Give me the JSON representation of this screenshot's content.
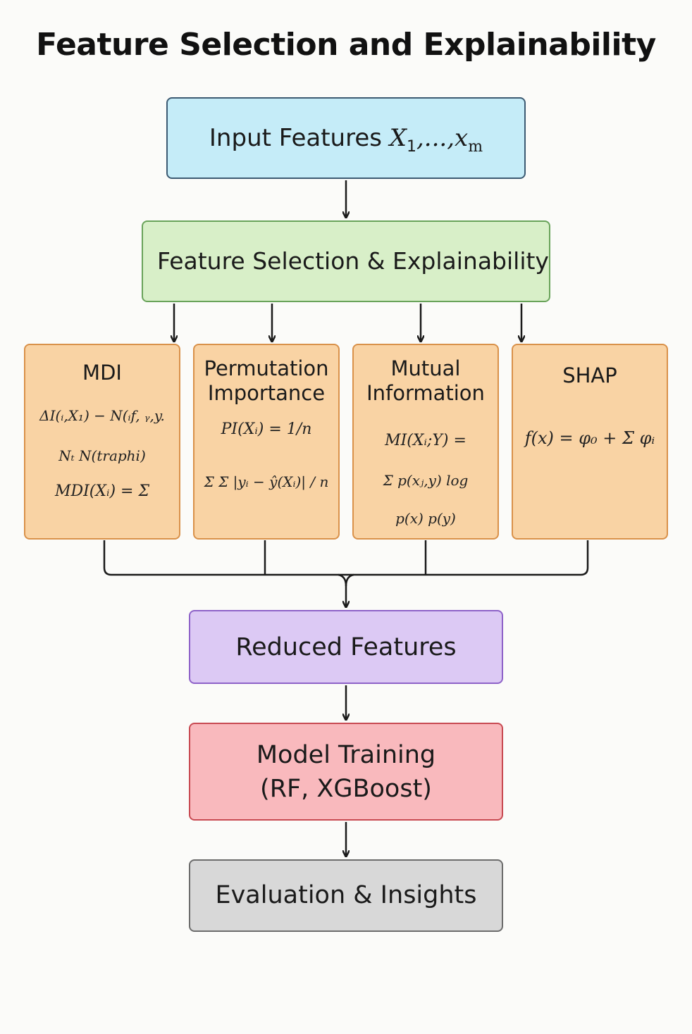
{
  "title": "Feature Selection and Explainability",
  "input": {
    "text": "Input Features ",
    "x_symbol": "X",
    "x_sub": "1",
    "ellipsis": ",...,",
    "m_symbol": "x",
    "m_sub": "m"
  },
  "feature_selection": {
    "label": "Feature Selection & Explainability"
  },
  "methods": [
    {
      "title": "MDI",
      "formula_lines": [
        "ΔI(ᵢ,X₁) − N(ᵢf, ᵧ,y.",
        "Nₜ        N(traphi)",
        "MDI(Xᵢ) = Σ"
      ]
    },
    {
      "title": "Permutation Importance",
      "formula_lines": [
        "PI(Xᵢ) = 1/n",
        "Σ Σ |yᵢ − ŷ(Xᵢ)| / n"
      ]
    },
    {
      "title": "Mutual Information",
      "formula_lines": [
        "MI(Xᵢ;Y) =",
        "Σ p(xⱼ,y) log",
        "p(x) p(y)"
      ]
    },
    {
      "title": "SHAP",
      "formula_lines": [
        "f(x) = φ₀ + Σ φᵢ"
      ]
    }
  ],
  "reduced": {
    "label": "Reduced Features"
  },
  "training": {
    "line1": "Model Training",
    "line2": "(RF, XGBoost)"
  },
  "evaluation": {
    "label": "Evaluation & Insights"
  },
  "colors": {
    "input_fill": "#c5ecf8",
    "selection_fill": "#d8efc8",
    "method_fill": "#f9d3a4",
    "reduced_fill": "#dcc9f4",
    "training_fill": "#f9b9bd",
    "evaluation_fill": "#d8d8d8",
    "connector": "#1a1a1a"
  }
}
